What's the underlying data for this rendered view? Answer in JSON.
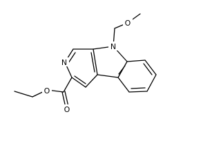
{
  "molecule": {
    "atoms": {
      "n_pyridine": "N",
      "n_indole": "N",
      "o_ether": "O",
      "o_carbonyl": "O",
      "o_ester": "O"
    }
  },
  "colors": {
    "bond": "#000000",
    "label": "#000000",
    "background": "#ffffff"
  }
}
